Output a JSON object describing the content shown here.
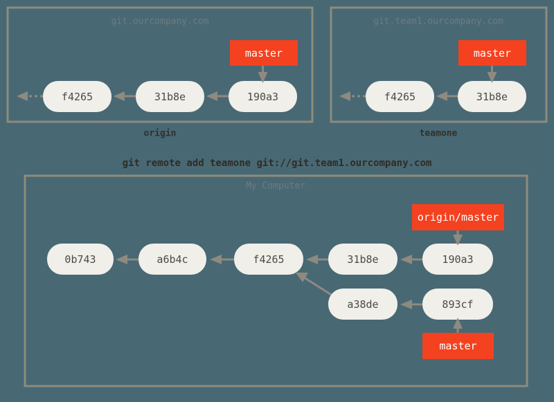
{
  "figure": {
    "background_color": "#486874",
    "panel_border_color": "#8d8c7c",
    "commit_color": "#f0efe9",
    "branch_color": "#f4411f",
    "edge_color": "#8e8a80"
  },
  "command": {
    "text": "git remote add teamone git://git.team1.ourcompany.com"
  },
  "panels": [
    {
      "id": "origin",
      "title": "git.ourcompany.com",
      "caption": "origin",
      "commits": [
        "f4265",
        "31b8e",
        "190a3"
      ],
      "branches": [
        {
          "label": "master",
          "points_to": "190a3"
        }
      ]
    },
    {
      "id": "teamone",
      "title": "git.team1.ourcompany.com",
      "caption": "teamone",
      "commits": [
        "f4265",
        "31b8e"
      ],
      "branches": [
        {
          "label": "master",
          "points_to": "31b8e"
        }
      ]
    },
    {
      "id": "my-computer",
      "title": "My Computer",
      "caption": "",
      "commits": [
        "0b743",
        "a6b4c",
        "f4265",
        "31b8e",
        "190a3",
        "a38de",
        "893cf"
      ],
      "branches": [
        {
          "label": "origin/master",
          "points_to": "190a3"
        },
        {
          "label": "master",
          "points_to": "893cf"
        }
      ]
    }
  ],
  "labels": {
    "origin_title": "git.ourcompany.com",
    "origin_caption": "origin",
    "teamone_title": "git.team1.ourcompany.com",
    "teamone_caption": "teamone",
    "mycomputer_title": "My Computer",
    "c_f4265": "f4265",
    "c_31b8e": "31b8e",
    "c_190a3": "190a3",
    "c_0b743": "0b743",
    "c_a6b4c": "a6b4c",
    "c_a38de": "a38de",
    "c_893cf": "893cf",
    "b_master": "master",
    "b_origin_master": "origin/master"
  }
}
